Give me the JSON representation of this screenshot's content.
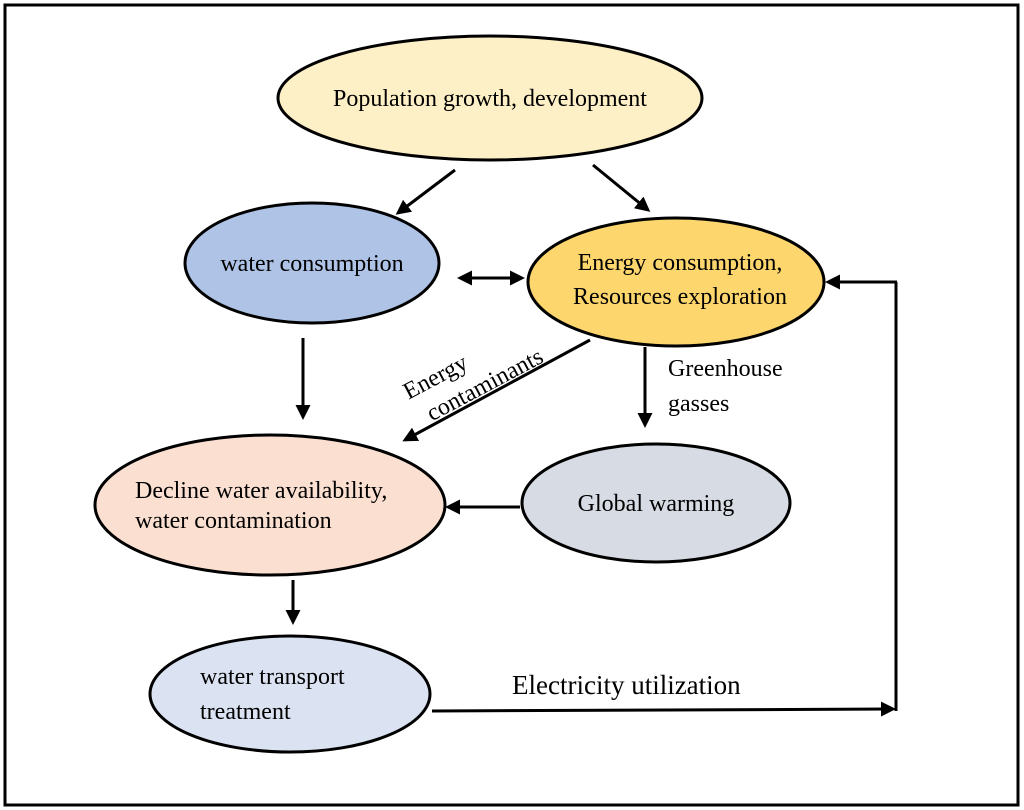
{
  "nodes": {
    "population": {
      "lines": [
        "Population growth, development"
      ],
      "color": "#fdefc6"
    },
    "water_consumption": {
      "lines": [
        "water consumption"
      ],
      "color": "#aec3e6"
    },
    "energy": {
      "lines": [
        "Energy consumption,",
        "Resources exploration"
      ],
      "color": "#fdd66d"
    },
    "decline": {
      "lines": [
        "Decline water availability,",
        "water contamination"
      ],
      "color": "#fbe0d2"
    },
    "global_warming": {
      "lines": [
        "Global warming"
      ],
      "color": "#d6dbe4"
    },
    "transport": {
      "lines": [
        "water transport",
        "treatment"
      ],
      "color": "#dbe3f3"
    }
  },
  "edge_labels": {
    "contaminants": [
      "Energy",
      "contaminants"
    ],
    "greenhouse": [
      "Greenhouse",
      "gasses"
    ],
    "electricity": [
      "Electricity utilization"
    ]
  }
}
